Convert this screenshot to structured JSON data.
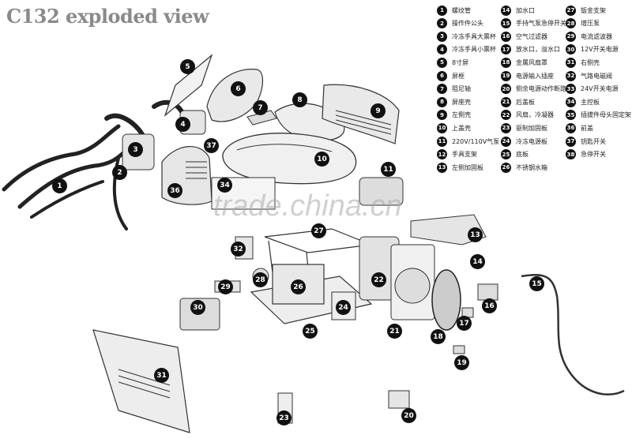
{
  "title": "C132 exploded view",
  "watermark": "trade.china.cn",
  "legend": [
    {
      "num": "1",
      "label": "螺纹管"
    },
    {
      "num": "2",
      "label": "操作件公头"
    },
    {
      "num": "3",
      "label": "冷冻手具大票杯"
    },
    {
      "num": "4",
      "label": "冷冻手具小票杯"
    },
    {
      "num": "5",
      "label": "8寸屏"
    },
    {
      "num": "6",
      "label": "屏框"
    },
    {
      "num": "7",
      "label": "阻尼轴"
    },
    {
      "num": "8",
      "label": "屏座壳"
    },
    {
      "num": "9",
      "label": "左侧壳"
    },
    {
      "num": "10",
      "label": "上盖壳"
    },
    {
      "num": "11",
      "label": "220V/110V气泵"
    },
    {
      "num": "12",
      "label": "手具支架"
    },
    {
      "num": "13",
      "label": "左侧加固板"
    },
    {
      "num": "14",
      "label": "加水口"
    },
    {
      "num": "15",
      "label": "手持气泵急停开关"
    },
    {
      "num": "16",
      "label": "空气过滤器"
    },
    {
      "num": "17",
      "label": "放水口，溢水口"
    },
    {
      "num": "18",
      "label": "金属风扇罩"
    },
    {
      "num": "19",
      "label": "电源输入插座"
    },
    {
      "num": "20",
      "label": "侧余电源动作断路器"
    },
    {
      "num": "21",
      "label": "后盖板"
    },
    {
      "num": "22",
      "label": "风扇，冷凝器"
    },
    {
      "num": "23",
      "label": "驱制加固板"
    },
    {
      "num": "24",
      "label": "冷冻电源板"
    },
    {
      "num": "25",
      "label": "底板"
    },
    {
      "num": "26",
      "label": "不锈钢水箱"
    },
    {
      "num": "27",
      "label": "钣金支架"
    },
    {
      "num": "28",
      "label": "增压泵"
    },
    {
      "num": "29",
      "label": "电流滤波器"
    },
    {
      "num": "30",
      "label": "12V开关电源"
    },
    {
      "num": "31",
      "label": "右侧壳"
    },
    {
      "num": "32",
      "label": "气路电磁阀"
    },
    {
      "num": "33",
      "label": "24V开关电源"
    },
    {
      "num": "34",
      "label": "主控板"
    },
    {
      "num": "35",
      "label": "插拔件母头固定架"
    },
    {
      "num": "36",
      "label": "前盖"
    },
    {
      "num": "37",
      "label": "钥匙开关"
    },
    {
      "num": "38",
      "label": "急停开关"
    }
  ],
  "callouts": [
    "1",
    "2",
    "3",
    "4",
    "5",
    "6",
    "7",
    "8",
    "9",
    "10",
    "11",
    "13",
    "14",
    "15",
    "16",
    "17",
    "18",
    "19",
    "20",
    "21",
    "22",
    "23",
    "24",
    "25",
    "26",
    "27",
    "28",
    "29",
    "30",
    "31",
    "32",
    "34",
    "36",
    "37"
  ],
  "colors": {
    "ink": "#111111",
    "title_gray": "#8a8a8a",
    "part_fill": "#e9e9e9",
    "part_stroke": "#333333"
  }
}
